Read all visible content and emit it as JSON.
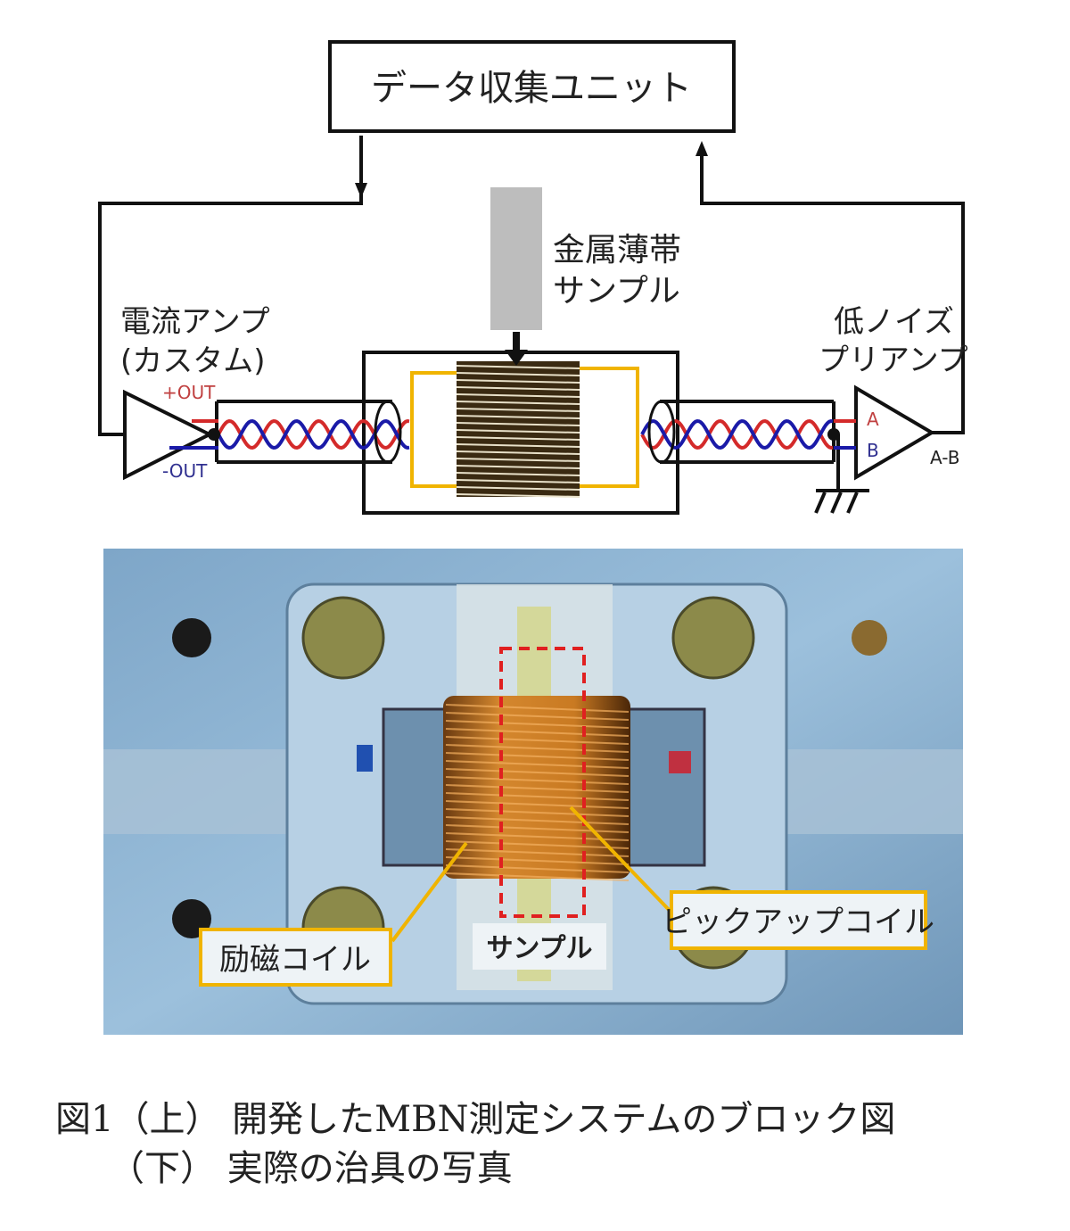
{
  "diagram": {
    "daq_unit": "データ収集ユニット",
    "sample_label_1": "金属薄帯",
    "sample_label_2": "サンプル",
    "current_amp_1": "電流アンプ",
    "current_amp_2": "(カスタム)",
    "plus_out": "+OUT",
    "minus_out": "-OUT",
    "preamp_1": "低ノイズ",
    "preamp_2": "プリアンプ",
    "input_a": "A",
    "input_b": "B",
    "output_ab": "A-B",
    "colors": {
      "wire_red": "#d42a2a",
      "wire_blue": "#1a1aa8",
      "coil_bracket": "#f0b400",
      "sample": "#bdbdbd"
    }
  },
  "photo": {
    "label_excitation": "励磁コイル",
    "label_sample": "サンプル",
    "label_pickup": "ピックアップコイル",
    "colors": {
      "label_border": "#f0b400",
      "sample_outline": "#e02020"
    }
  },
  "caption": {
    "line1": "図1（上） 開発したMBN測定システムのブロック図",
    "line2": "　　（下） 実際の治具の写真"
  }
}
